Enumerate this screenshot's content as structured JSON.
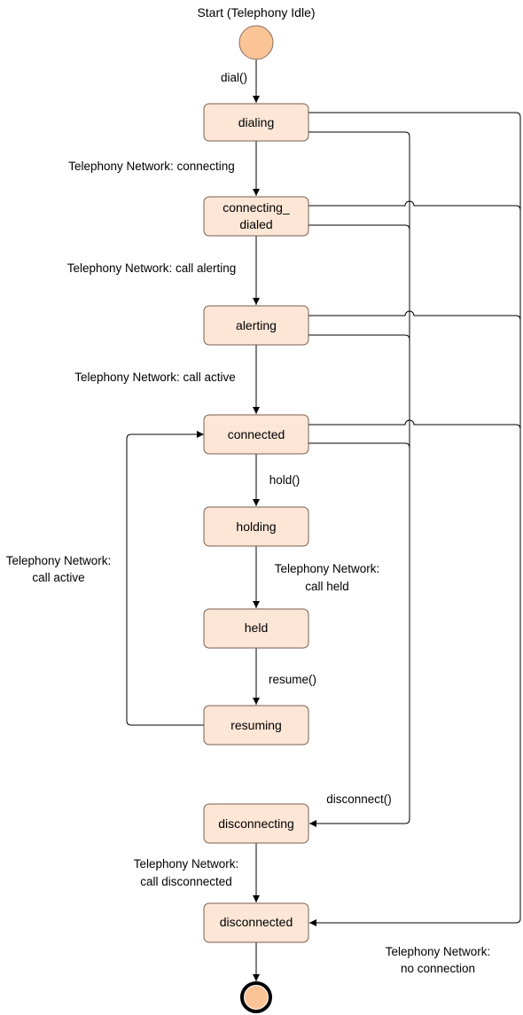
{
  "start_label": "Start (Telephony Idle)",
  "states": {
    "dialing": "dialing",
    "connecting_dialed_line1": "connecting_",
    "connecting_dialed_line2": "dialed",
    "alerting": "alerting",
    "connected": "connected",
    "holding": "holding",
    "held": "held",
    "resuming": "resuming",
    "disconnecting": "disconnecting",
    "disconnected": "disconnected"
  },
  "transitions": {
    "dial": "dial()",
    "net_connecting": "Telephony Network: connecting",
    "net_call_alerting": "Telephony Network: call alerting",
    "net_call_active": "Telephony Network: call active",
    "hold": "hold()",
    "net_call_held_line1": "Telephony Network:",
    "net_call_held_line2": "call held",
    "resume": "resume()",
    "resume_active_line1": "Telephony Network:",
    "resume_active_line2": "call active",
    "disconnect": "disconnect()",
    "net_call_disconnected_line1": "Telephony Network:",
    "net_call_disconnected_line2": "call disconnected",
    "net_no_connection_line1": "Telephony Network:",
    "net_no_connection_line2": "no connection"
  },
  "colors": {
    "state_fill": "#fde6d6",
    "state_border": "#7a5e4f",
    "start_fill": "#fbc497"
  }
}
